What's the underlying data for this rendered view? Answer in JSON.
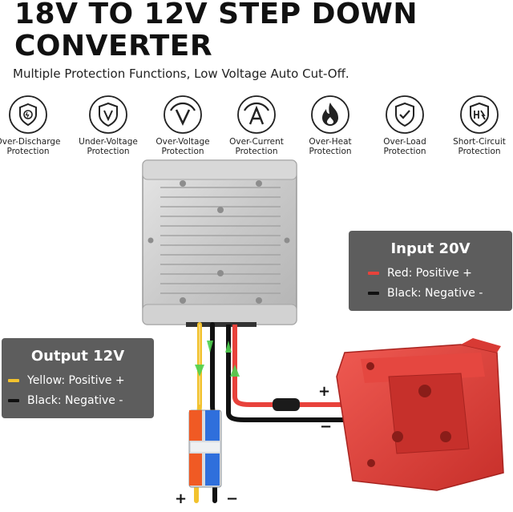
{
  "title_line1": "18V TO 12V STEP DOWN",
  "title_line2": "CONVERTER",
  "subtitle": "Multiple Protection Functions, Low Voltage Auto Cut-Off.",
  "features": [
    {
      "icon": "over-discharge-shield-icon",
      "line1": "Over-Discharge",
      "line2": "Protection"
    },
    {
      "icon": "under-voltage-shield-icon",
      "line1": "Under-Voltage",
      "line2": "Protection"
    },
    {
      "icon": "over-voltage-gauge-icon",
      "line1": "Over-Voltage",
      "line2": "Protection"
    },
    {
      "icon": "over-current-gauge-icon",
      "line1": "Over-Current",
      "line2": "Protection"
    },
    {
      "icon": "over-heat-flame-icon",
      "line1": "Over-Heat",
      "line2": "Protection"
    },
    {
      "icon": "over-load-shield-icon",
      "line1": "Over-Load",
      "line2": "Protection"
    },
    {
      "icon": "short-circuit-shield-icon",
      "line1": "Short-Circuit",
      "line2": "Protection"
    }
  ],
  "input_box": {
    "title": "Input 20V",
    "red_label": "Red: Positive +",
    "black_label": "Black: Negative -"
  },
  "output_box": {
    "title": "Output 12V",
    "yellow_label": "Yellow: Positive +",
    "black_label": "Black: Negative -"
  },
  "battery_plus": "+",
  "battery_minus": "−",
  "bottom_plus": "+",
  "bottom_minus": "−",
  "colors": {
    "red": "#e8423b",
    "yellow": "#f2c22e",
    "black": "#111111",
    "box": "#5d5d5d",
    "adapter": "#d83a34"
  }
}
